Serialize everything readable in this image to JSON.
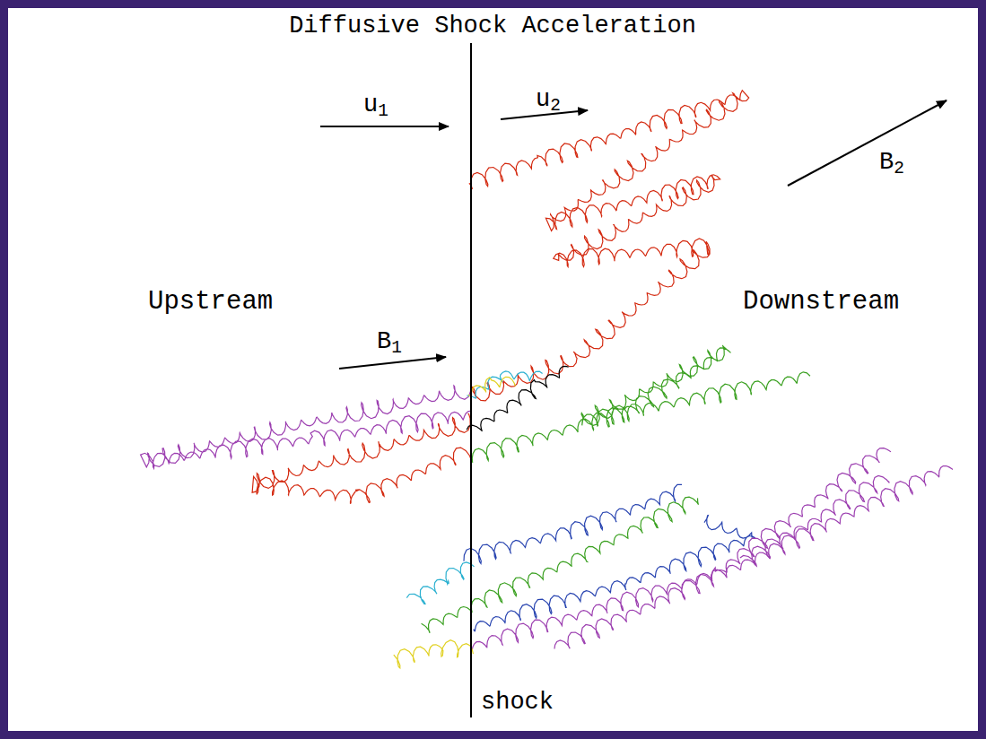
{
  "diagram": {
    "title": "Diffusive Shock Acceleration",
    "labels": [
      "u1",
      "u2",
      "B2",
      "Upstream",
      "Downstream",
      "B1",
      "shock"
    ]
  }
}
